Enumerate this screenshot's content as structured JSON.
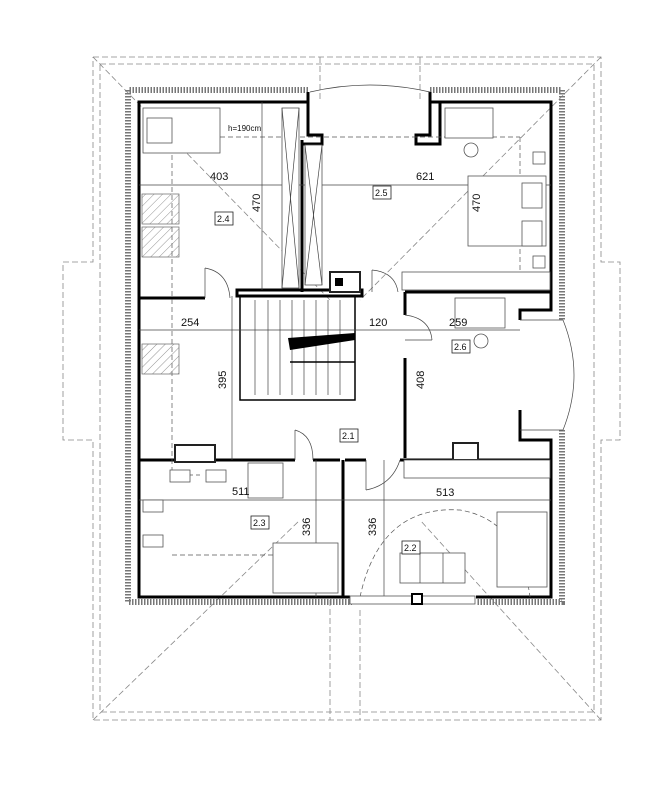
{
  "plan": {
    "ceiling_note": "h=190cm",
    "rooms": {
      "r24": {
        "id": "2.4",
        "width": "403",
        "depth": "470"
      },
      "r25": {
        "id": "2.5",
        "width": "621",
        "depth": "470"
      },
      "r21": {
        "id": "2.1",
        "width": "120",
        "depth": "395",
        "width_left": "254"
      },
      "r26": {
        "id": "2.6",
        "width": "259",
        "depth": "408"
      },
      "r23": {
        "id": "2.3",
        "width": "511",
        "depth": "336"
      },
      "r22": {
        "id": "2.2",
        "width": "513",
        "depth": "336"
      }
    }
  }
}
